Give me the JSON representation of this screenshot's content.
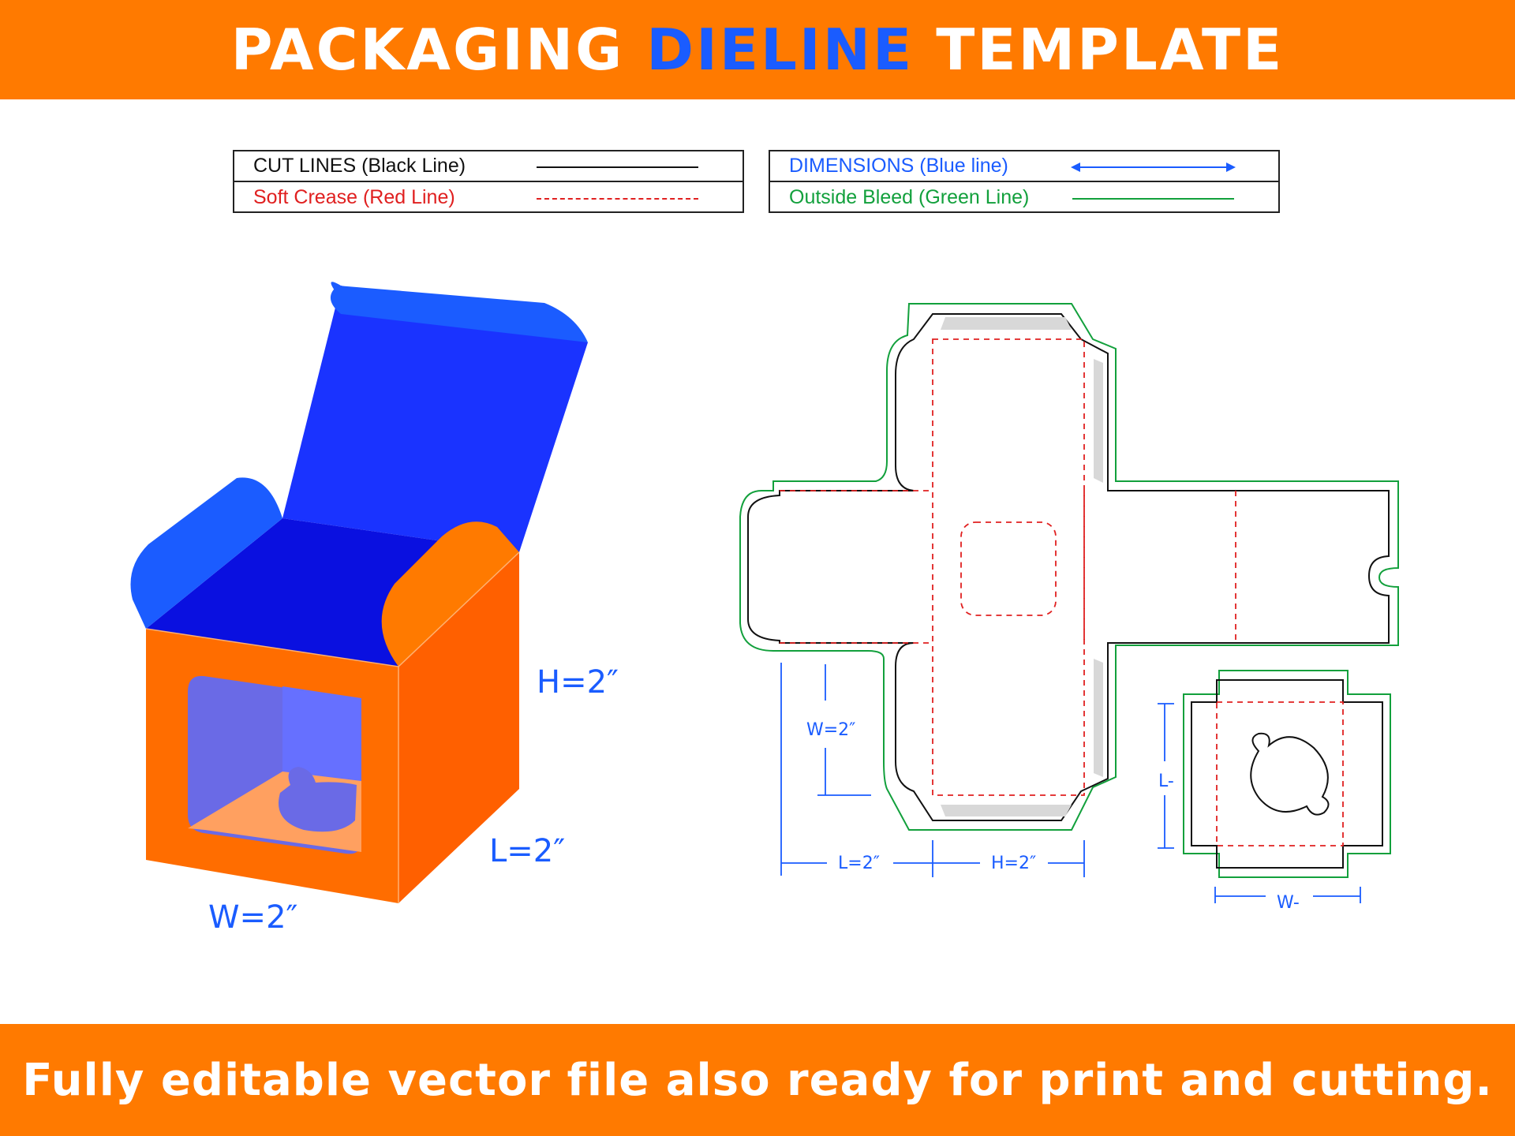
{
  "header": {
    "title_part1": "PACKAGING",
    "title_highlight": "DIELINE",
    "title_part2": "TEMPLATE"
  },
  "legend": {
    "cut_lines": "CUT LINES (Black Line)",
    "soft_crease": "Soft Crease (Red Line)",
    "dimensions": "DIMENSIONS (Blue line)",
    "outside_bleed": "Outside Bleed (Green Line)"
  },
  "box_3d": {
    "height_label": "H=2″",
    "length_label": "L=2″",
    "width_label": "W=2″"
  },
  "dieline": {
    "w_label": "W=2″",
    "l_label": "L=2″",
    "h_label": "H=2″",
    "insert_l_label": "L-",
    "insert_w_label": "W-"
  },
  "footer": {
    "tagline": "Fully editable vector file also ready for print and cutting."
  },
  "colors": {
    "orange": "#ff7a00",
    "blue": "#1a5cff",
    "cut": "#111111",
    "crease": "#e02020",
    "bleed": "#12a03c"
  }
}
